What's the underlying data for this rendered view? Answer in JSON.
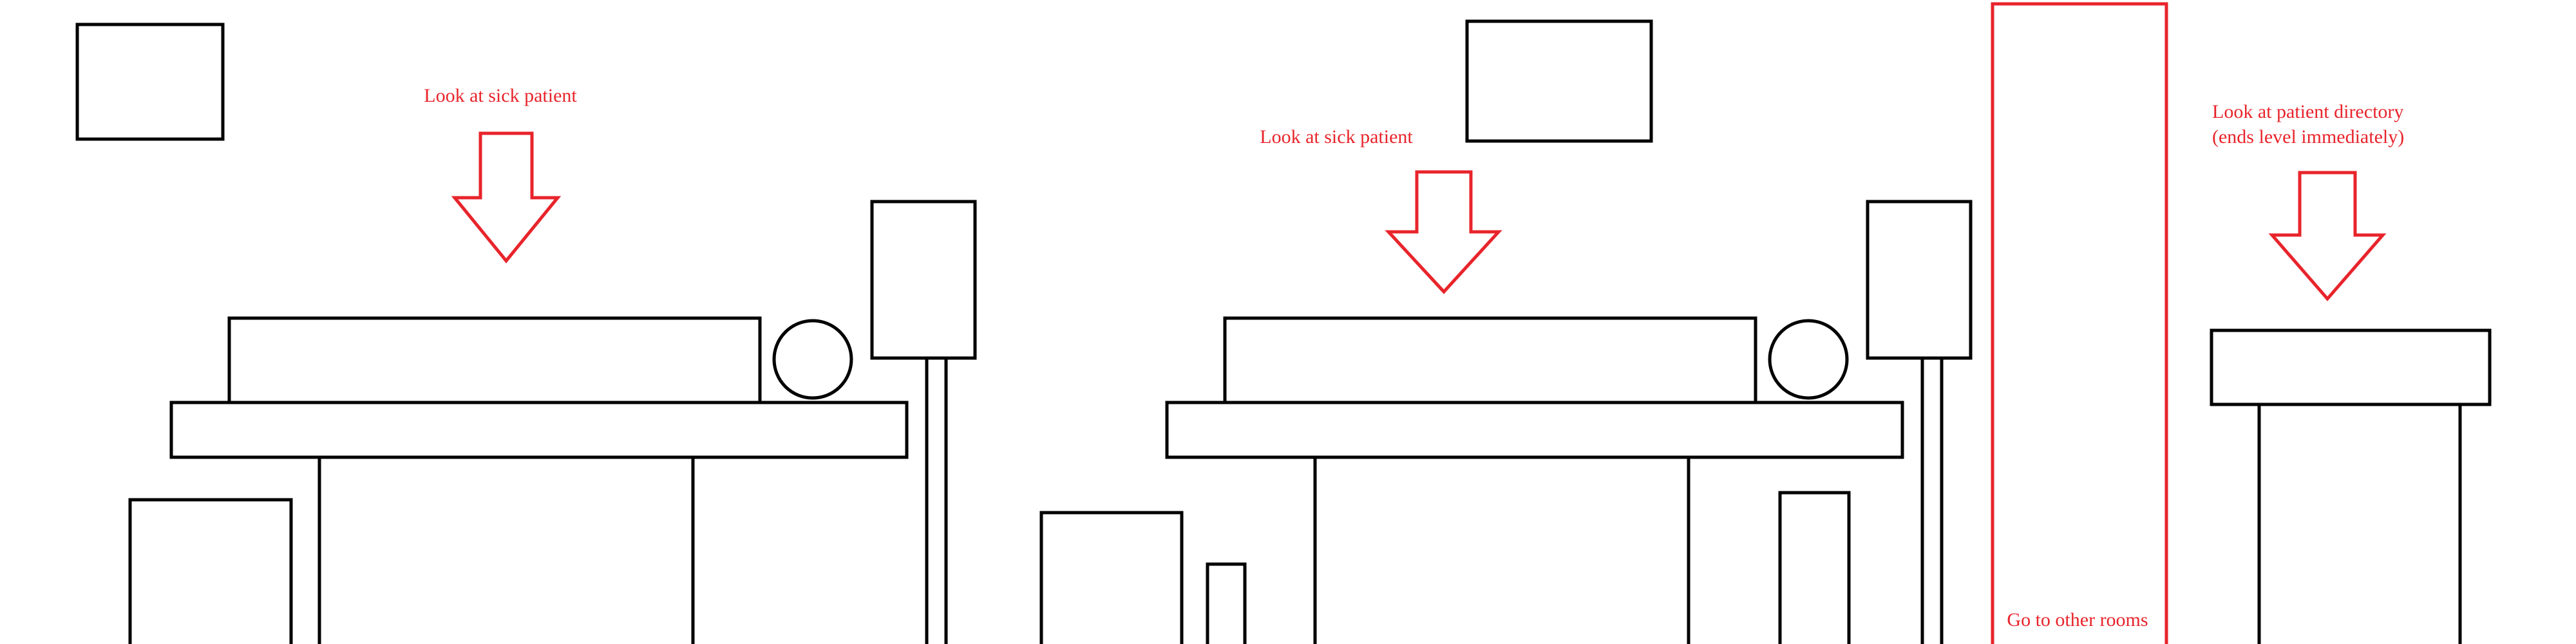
{
  "annotations": {
    "room1_arrow_label": "Look at sick patient",
    "room2_arrow_label": "Look at sick patient",
    "directory_label_line1": "Look at patient directory",
    "directory_label_line2": "(ends level immediately)",
    "door_label": "Go to other rooms"
  },
  "colors": {
    "annotation": "#e8242b",
    "outline": "#000000",
    "background": "#ffffff"
  }
}
